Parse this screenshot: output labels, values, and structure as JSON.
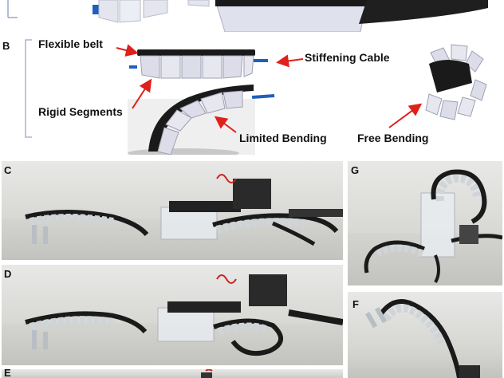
{
  "panels": {
    "b": {
      "letter": "B",
      "labels": {
        "flexible_belt": "Flexible belt",
        "stiffening_cable": "Stiffening Cable",
        "rigid_segments": "Rigid Segments",
        "limited_bending": "Limited Bending",
        "free_bending": "Free Bending"
      }
    },
    "c": {
      "letter": "C"
    },
    "d": {
      "letter": "D"
    },
    "e": {
      "letter": "E"
    },
    "f": {
      "letter": "F"
    },
    "g": {
      "letter": "G"
    }
  },
  "colors": {
    "arrow": "#e0201a",
    "belt": "#1a1a1a",
    "segment": "#dcdde8",
    "cable": "#1f5fbf",
    "bracket": "#9aa6c8"
  }
}
